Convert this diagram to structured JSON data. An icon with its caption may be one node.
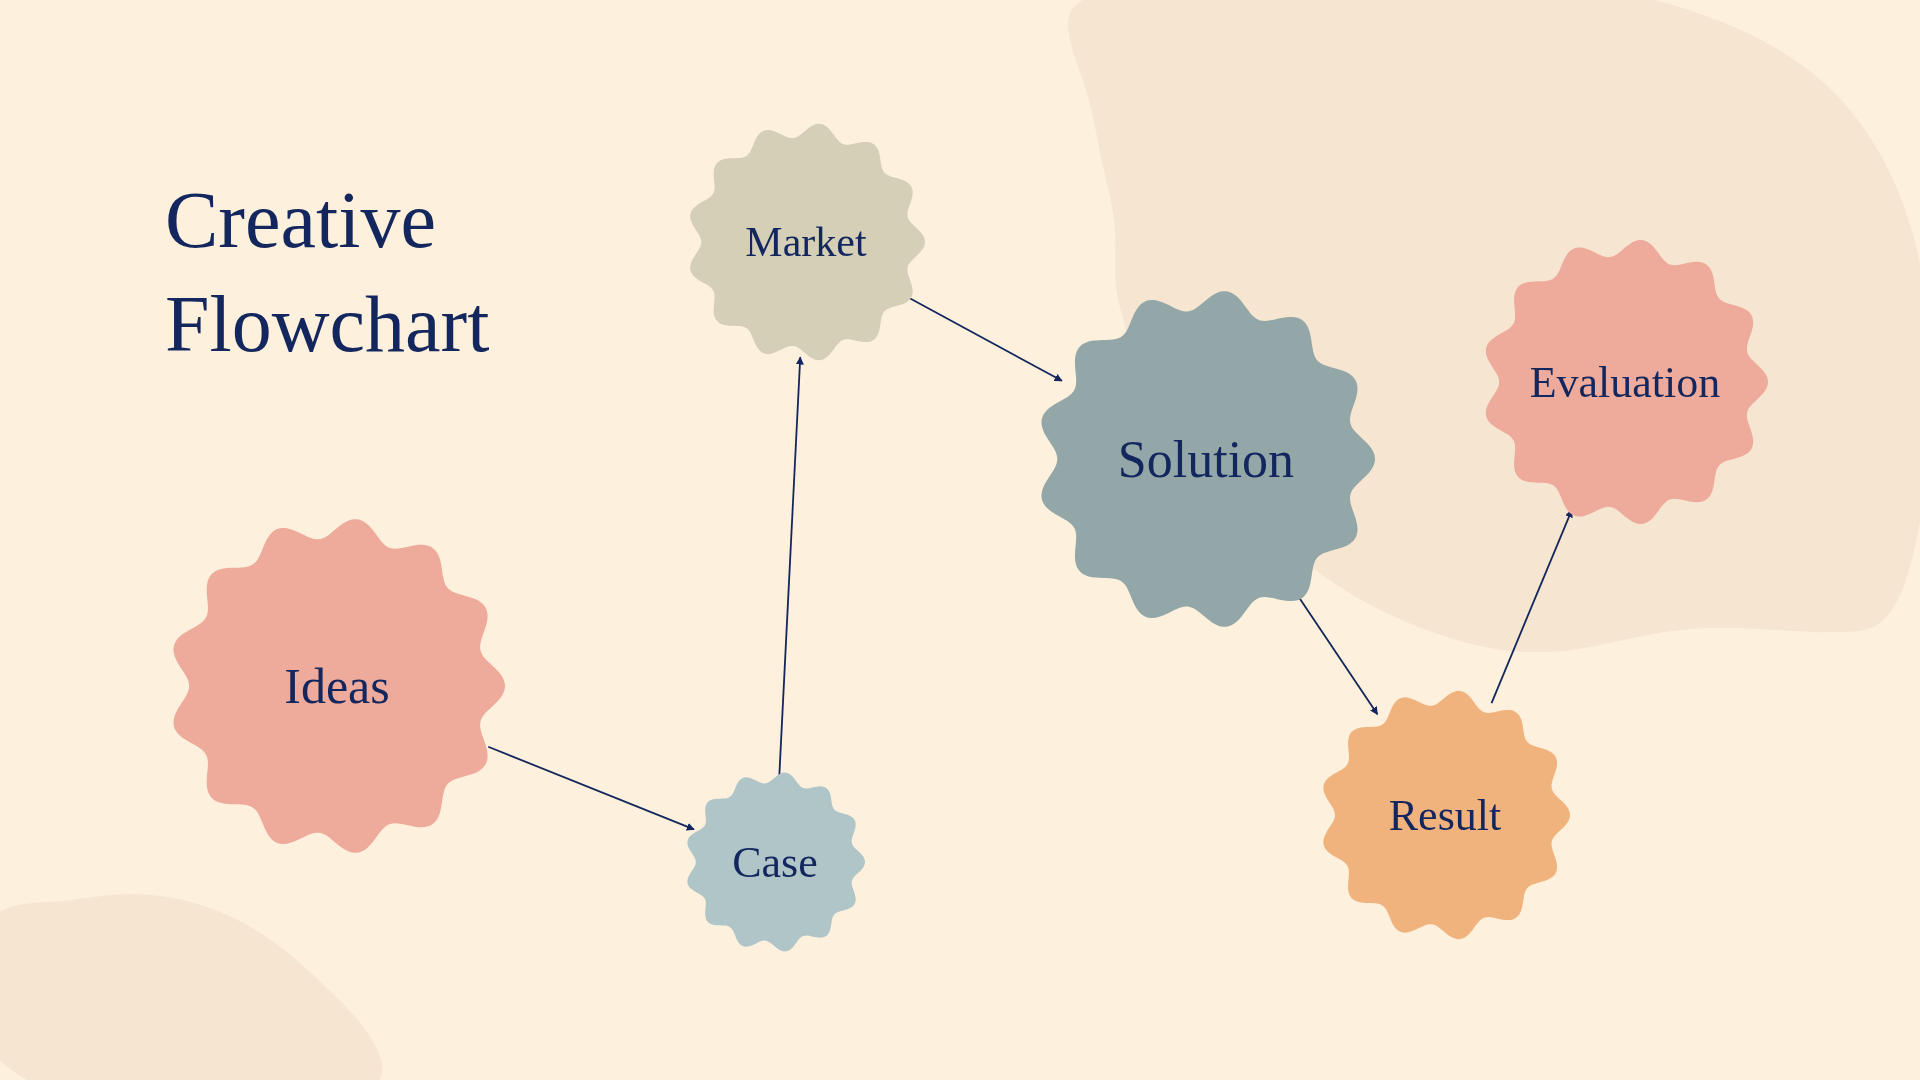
{
  "diagram": {
    "title": "Creative Flowchart",
    "nodes": [
      {
        "text": [
          "Ideas"
        ]
      },
      {
        "text": [
          "Case"
        ]
      },
      {
        "text": [
          "Market"
        ]
      },
      {
        "text": [
          "Solution"
        ]
      },
      {
        "text": [
          "Result"
        ]
      },
      {
        "text": [
          "Evaluation"
        ]
      }
    ],
    "edges": [
      {
        "from": 0,
        "to": 1,
        "arrow": "to"
      },
      {
        "from": 1,
        "to": 2,
        "arrow": "to"
      },
      {
        "from": 2,
        "to": 3,
        "arrow": "to"
      },
      {
        "from": 3,
        "to": 4,
        "arrow": "to"
      },
      {
        "from": 4,
        "to": 5,
        "arrow": "to"
      }
    ]
  }
}
